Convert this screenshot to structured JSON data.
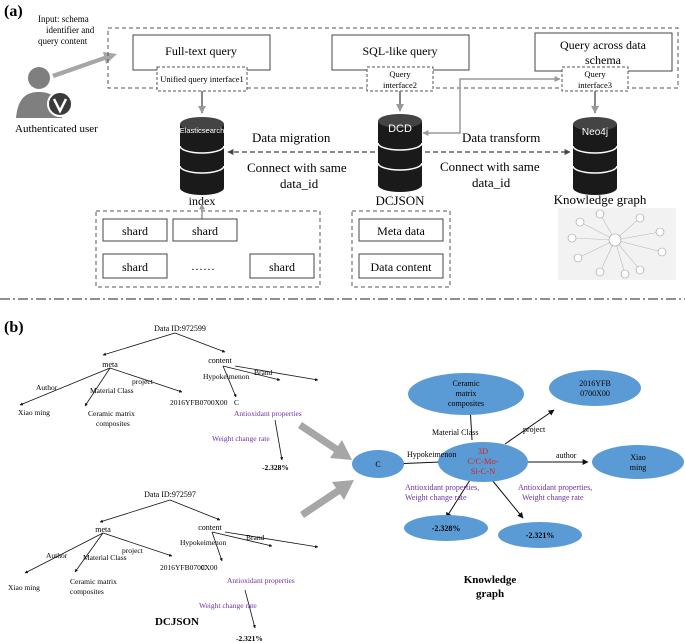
{
  "panel_a": {
    "label": "(a)",
    "input_note": [
      "Input: schema",
      "identifier and",
      "query content"
    ],
    "user_label": "Authenticated user",
    "queries": {
      "full_text": "Full-text query",
      "sql_like": "SQL-like query",
      "across_schema": [
        "Query across data",
        "schema"
      ]
    },
    "interfaces": {
      "i1": "Unified query interface1",
      "i2": [
        "Query",
        "interface2"
      ],
      "i3": [
        "Query",
        "interface3"
      ]
    },
    "databases": {
      "elastic": "Elasticsearch",
      "dcd": "DCD",
      "neo4j": "Neo4j"
    },
    "migration": {
      "title": "Data  migration",
      "connect": [
        "Connect with same",
        "data_id"
      ]
    },
    "transform": {
      "title": "Data  transform",
      "connect": [
        "Connect with same",
        "data_id"
      ]
    },
    "index_label": "index",
    "dcjson_label": "DCJSON",
    "kg_label": "Knowledge graph",
    "shards": [
      "shard",
      "shard",
      "shard",
      "……",
      "shard"
    ],
    "dcjson_boxes": [
      "Meta data",
      "Data content"
    ]
  },
  "panel_b": {
    "label": "(b)",
    "tree1": {
      "root": "Data ID:972599",
      "meta": "meta",
      "content": "content",
      "author_edge": "Author",
      "material_edge": "Material Class",
      "project_edge": "project",
      "hypo_edge": "Hypokeimenon",
      "brand_edge": "Brand",
      "author_val": "Xiao ming",
      "material_val": [
        "Ceramic matrix",
        "composites"
      ],
      "project_val": "2016YFB0700X00",
      "hypo_val": "C",
      "antiox": "Antioxidant properties",
      "weight": "Weight change rate",
      "value": "-2.328%"
    },
    "tree2": {
      "root": "Data ID:972597",
      "meta": "meta",
      "content": "content",
      "author_edge": "Author",
      "material_edge": "Material Class",
      "project_edge": "project",
      "hypo_edge": "Hypokeimenon",
      "brand_edge": "Brand",
      "author_val": "Xiao ming",
      "material_val": [
        "Ceramic matrix",
        "composites"
      ],
      "project_val": "2016YFB0700X00",
      "hypo_val": "C",
      "antiox": "Antioxidant properties",
      "weight": "Weight change rate",
      "value": "-2.321%"
    },
    "dcjson_title": "DCJSON",
    "kg": {
      "center": [
        "3D",
        "C/C-Mo-",
        "Si-C-N"
      ],
      "ceramic": [
        "Ceramic",
        "matrix",
        "composites"
      ],
      "project": [
        "2016YFB",
        "0700X00"
      ],
      "author": [
        "Xiao",
        "ming"
      ],
      "c": "C",
      "v1": "-2.328%",
      "v2": "-2.321%",
      "material_edge": "Material Class",
      "project_edge": "project",
      "author_edge": "author",
      "hypo_edge": "Hypokeimenon",
      "antiox1": [
        "Antioxidant properties,",
        "Weight change rate"
      ],
      "antiox2": [
        "Antioxidant properties,",
        "Weight change rate"
      ],
      "title": [
        "Knowledge",
        "graph"
      ]
    }
  },
  "colors": {
    "node_blue": "#5b9bd5",
    "purple": "#7030a0",
    "red": "#d62020",
    "gray_arrow": "#a6a6a6",
    "dark": "#262626"
  }
}
